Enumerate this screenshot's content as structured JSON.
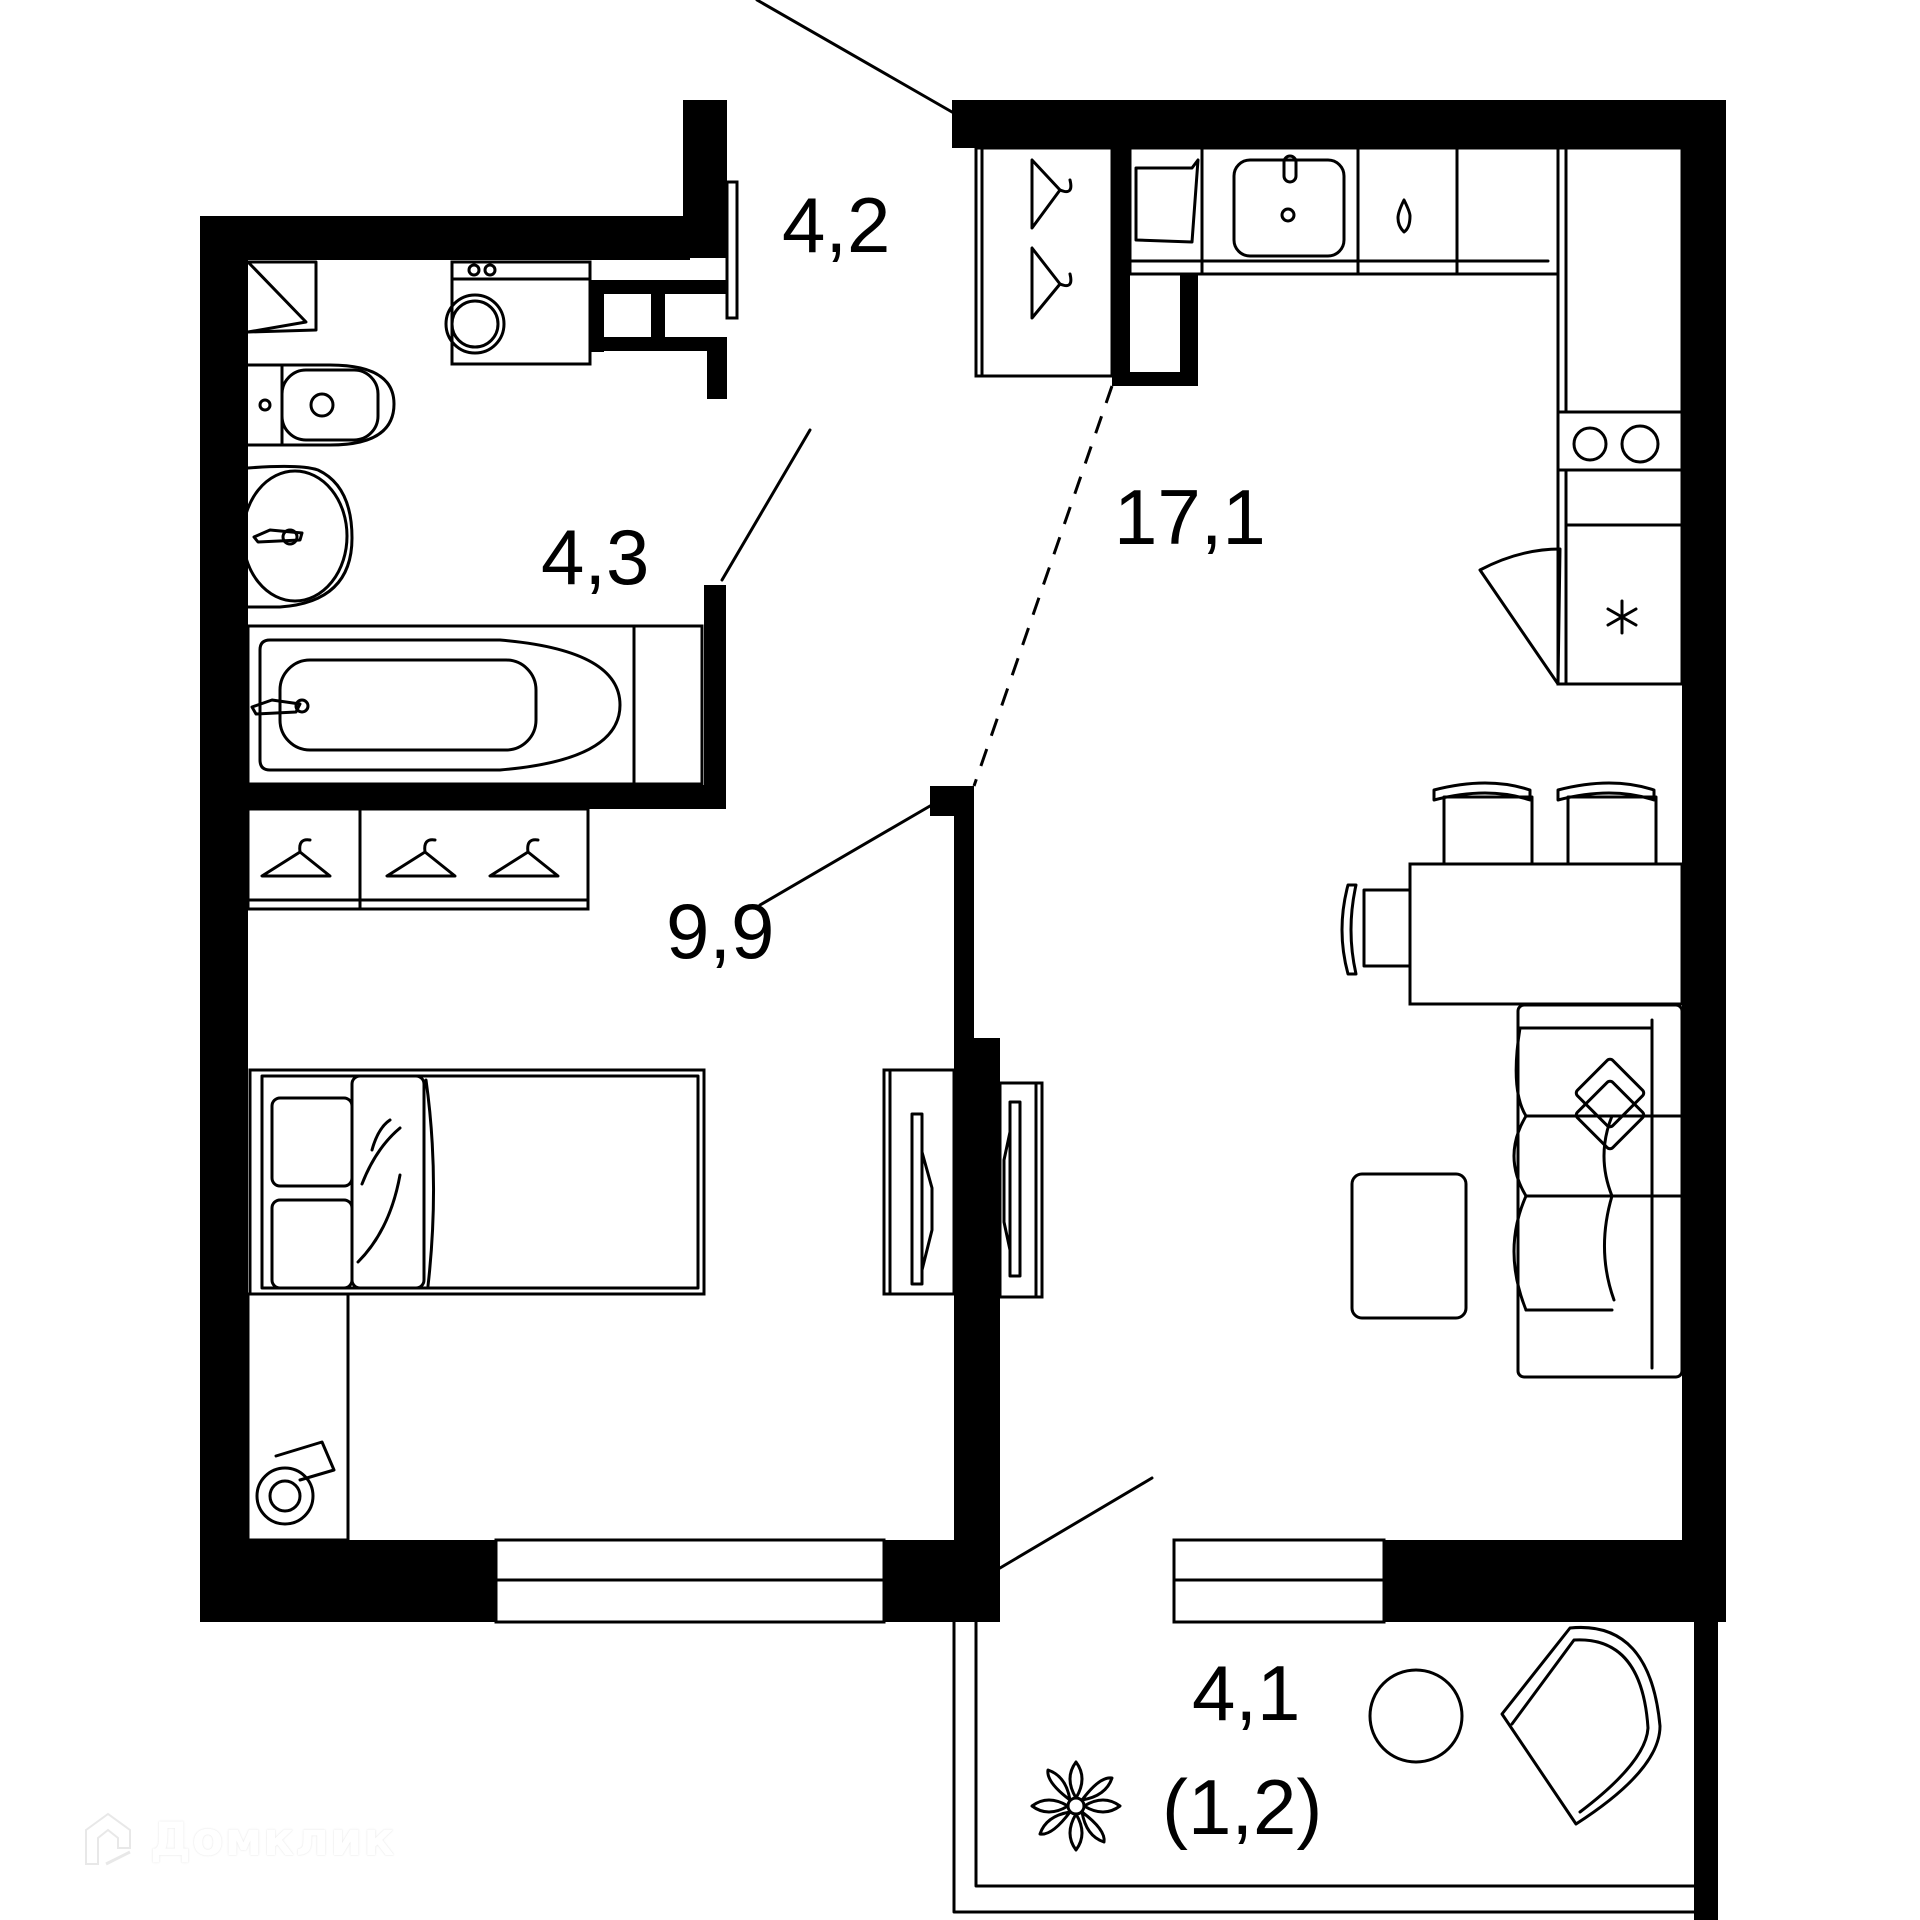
{
  "plan": {
    "type": "floor-plan",
    "layout": "one-bedroom apartment",
    "colors": {
      "walls": "#000000",
      "background": "#ffffff",
      "watermark": "#ffffff"
    }
  },
  "rooms": [
    {
      "id": "hallway",
      "area_label": "4,2",
      "furniture": [
        "wardrobe-hangers",
        "entrance-door"
      ]
    },
    {
      "id": "bathroom",
      "area_label": "4,3",
      "furniture": [
        "washing-machine",
        "toilet",
        "washbasin",
        "bathtub",
        "water-heater"
      ]
    },
    {
      "id": "bedroom",
      "area_label": "9,9",
      "furniture": [
        "wardrobe-hangers",
        "double-bed",
        "tv-stand",
        "nightstand-heater"
      ]
    },
    {
      "id": "living-kitchen",
      "area_label": "17,1",
      "furniture": [
        "sink",
        "kitchen-cabinets",
        "cooktop",
        "fridge",
        "dining-table",
        "chairs",
        "sofa",
        "coffee-table",
        "tv-stand"
      ]
    },
    {
      "id": "balcony",
      "area_label": "4,1",
      "sub_label": "(1,2)",
      "furniture": [
        "plant",
        "round-table",
        "armchair"
      ]
    }
  ],
  "watermark": {
    "text": "Домклик",
    "icon": "house-logo-icon"
  }
}
